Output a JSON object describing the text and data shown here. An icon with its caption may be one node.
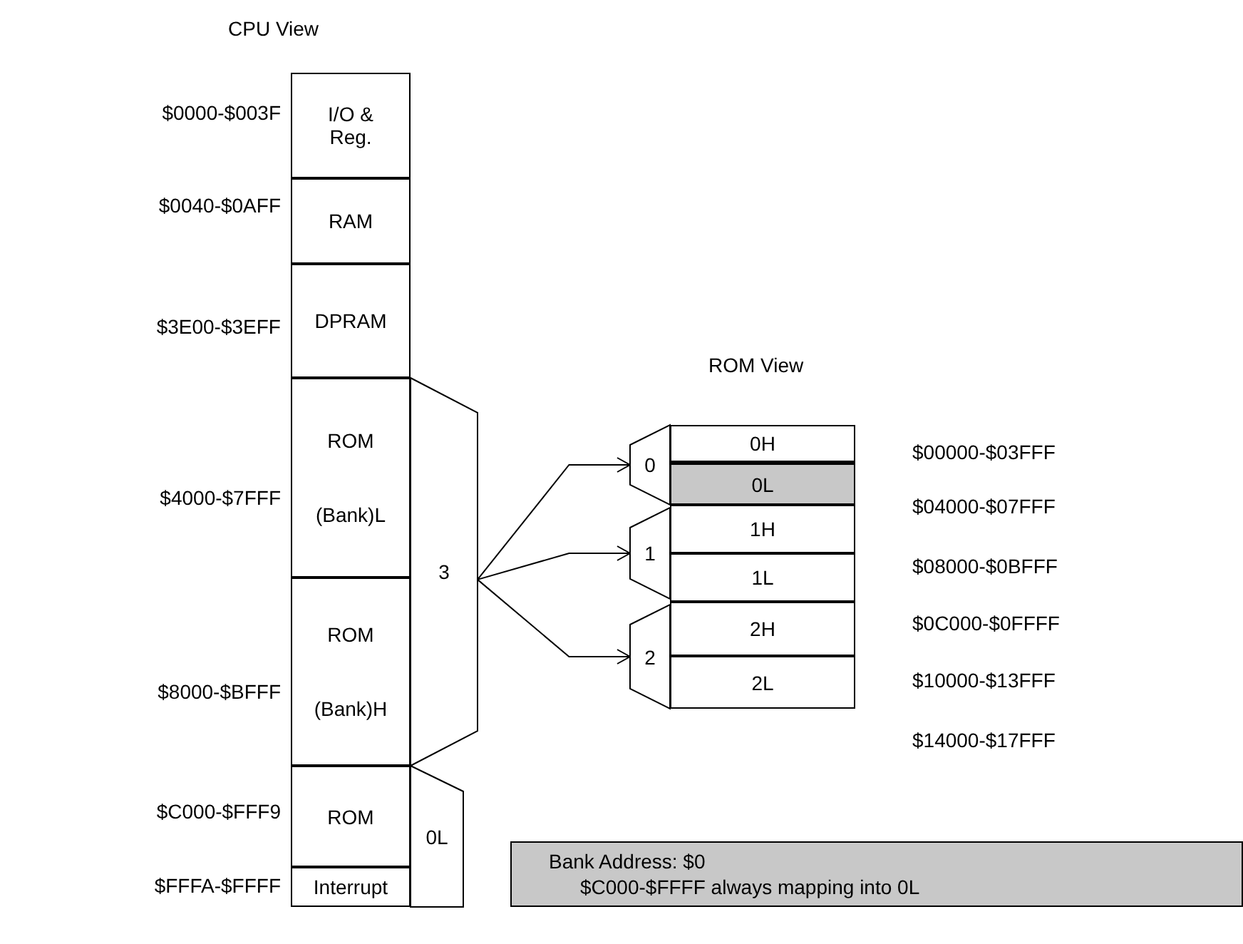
{
  "diagram": {
    "nodes": [
      {
        "text": [
          "I/O & Reg."
        ],
        "beside": [
          "$0000-$003F"
        ]
      },
      {
        "text": [
          "RAM"
        ],
        "beside": [
          "$0040-$0AFF"
        ]
      },
      {
        "text": [
          "DPRAM"
        ],
        "beside": [
          "$3E00-$3EFF"
        ]
      },
      {
        "text": [
          "ROM",
          "(Bank)L"
        ],
        "beside": [
          "$4000-$7FFF"
        ]
      },
      {
        "text": [
          "ROM",
          "(Bank)H"
        ],
        "beside": [
          "$8000-$BFFF"
        ]
      },
      {
        "text": [
          "ROM"
        ],
        "beside": [
          "$C000-$FFF9"
        ]
      },
      {
        "text": [
          "Interrupt"
        ],
        "beside": [
          "$FFFA-$FFFF"
        ]
      },
      {
        "text": [
          "3"
        ]
      },
      {
        "text": [
          "0L"
        ]
      },
      {
        "text": [
          "0"
        ]
      },
      {
        "text": [
          "0H"
        ],
        "beside": [
          "$00000-$03FFF"
        ]
      },
      {
        "text": [
          "0L"
        ],
        "beside": [
          "$04000-$07FFF"
        ]
      },
      {
        "text": [
          "1"
        ]
      },
      {
        "text": [
          "1H"
        ],
        "beside": [
          "$08000-$0BFFF"
        ]
      },
      {
        "text": [
          "1L"
        ],
        "beside": [
          "$0C000-$0FFFF"
        ]
      },
      {
        "text": [
          "2"
        ]
      },
      {
        "text": [
          "2H"
        ],
        "beside": [
          "$10000-$13FFF"
        ]
      },
      {
        "text": [
          "2L"
        ],
        "beside": [
          "$14000-$17FFF"
        ]
      },
      {
        "text": [
          "Bank Address: $0",
          "$C000-$FFFF always mapping into 0L"
        ]
      }
    ],
    "edges": [
      {
        "from": 7,
        "to": 9,
        "arrow": "to"
      },
      {
        "from": 7,
        "to": 12,
        "arrow": "to"
      },
      {
        "from": 7,
        "to": 15,
        "arrow": "to"
      }
    ],
    "labels": [
      "CPU View",
      "ROM View"
    ]
  }
}
